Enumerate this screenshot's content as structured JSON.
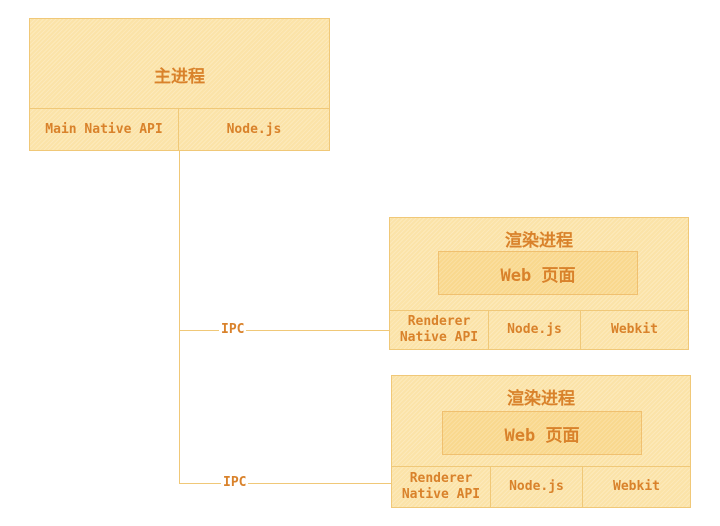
{
  "main_process": {
    "title": "主进程",
    "cells": [
      "Main Native API",
      "Node.js"
    ]
  },
  "renderer_processes": [
    {
      "title": "渲染进程",
      "page": "Web 页面",
      "cells": [
        "Renderer\nNative API",
        "Node.js",
        "Webkit"
      ],
      "ipc_label": "IPC"
    },
    {
      "title": "渲染进程",
      "page": "Web 页面",
      "cells": [
        "Renderer\nNative API",
        "Node.js",
        "Webkit"
      ],
      "ipc_label": "IPC"
    }
  ],
  "colors": {
    "box_fill": "#fbe3a8",
    "border": "#f0c878",
    "text": "#d9822b"
  }
}
